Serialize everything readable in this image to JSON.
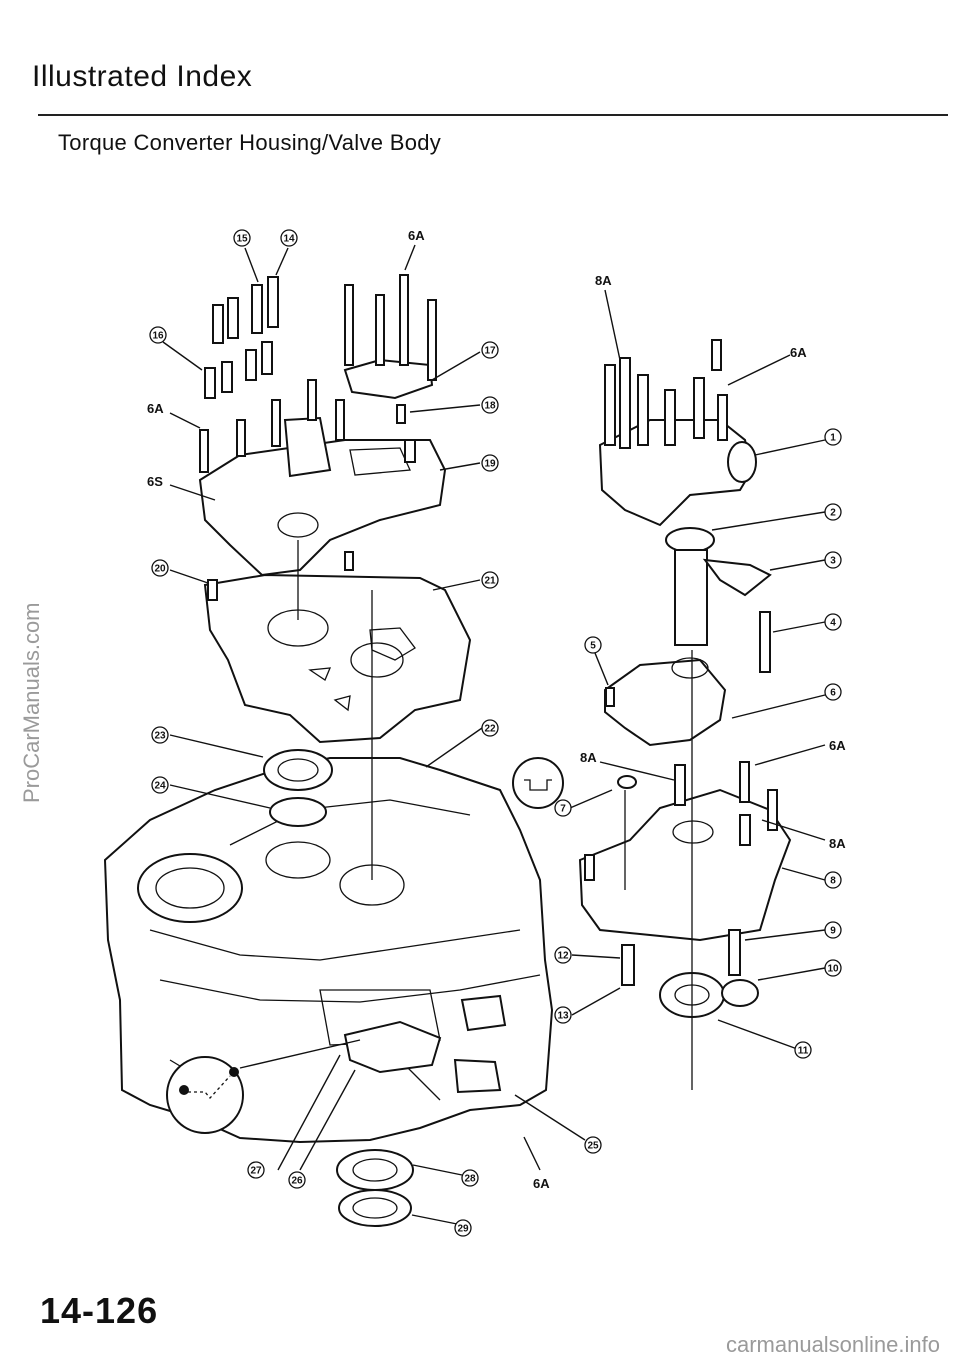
{
  "header": {
    "title": "Illustrated Index",
    "subtitle": "Torque Converter Housing/Valve Body"
  },
  "footer": {
    "page_number": "14-126",
    "watermark_left": "ProCarManuals.com",
    "watermark_bottom": "carmanualsonline.info"
  },
  "callouts": [
    {
      "id": "c15",
      "text": "15"
    },
    {
      "id": "c14",
      "text": "14"
    },
    {
      "id": "c16",
      "text": "16"
    },
    {
      "id": "c17",
      "text": "17"
    },
    {
      "id": "c18",
      "text": "18"
    },
    {
      "id": "c19",
      "text": "19"
    },
    {
      "id": "c20",
      "text": "20"
    },
    {
      "id": "c21",
      "text": "21"
    },
    {
      "id": "c22",
      "text": "22"
    },
    {
      "id": "c23",
      "text": "23"
    },
    {
      "id": "c24",
      "text": "24"
    },
    {
      "id": "c25",
      "text": "25"
    },
    {
      "id": "c26",
      "text": "26"
    },
    {
      "id": "c27",
      "text": "27"
    },
    {
      "id": "c28",
      "text": "28"
    },
    {
      "id": "c29",
      "text": "29"
    },
    {
      "id": "c1",
      "text": "1"
    },
    {
      "id": "c2",
      "text": "2"
    },
    {
      "id": "c3",
      "text": "3"
    },
    {
      "id": "c4",
      "text": "4"
    },
    {
      "id": "c5",
      "text": "5"
    },
    {
      "id": "c6",
      "text": "6"
    },
    {
      "id": "c7",
      "text": "7"
    },
    {
      "id": "c8",
      "text": "8"
    },
    {
      "id": "c9",
      "text": "9"
    },
    {
      "id": "c10",
      "text": "10"
    },
    {
      "id": "c11",
      "text": "11"
    },
    {
      "id": "c12",
      "text": "12"
    },
    {
      "id": "c13",
      "text": "13"
    }
  ],
  "torque_labels": [
    {
      "id": "t6a_top",
      "text": "6A"
    },
    {
      "id": "t8a_top",
      "text": "8A"
    },
    {
      "id": "t6a_right",
      "text": "6A"
    },
    {
      "id": "t6a_left",
      "text": "6A"
    },
    {
      "id": "t6s",
      "text": "6S"
    },
    {
      "id": "t8a_mid",
      "text": "8A"
    },
    {
      "id": "t6a_mid",
      "text": "6A"
    },
    {
      "id": "t8a_right",
      "text": "8A"
    },
    {
      "id": "t6a_bottom",
      "text": "6A"
    }
  ]
}
